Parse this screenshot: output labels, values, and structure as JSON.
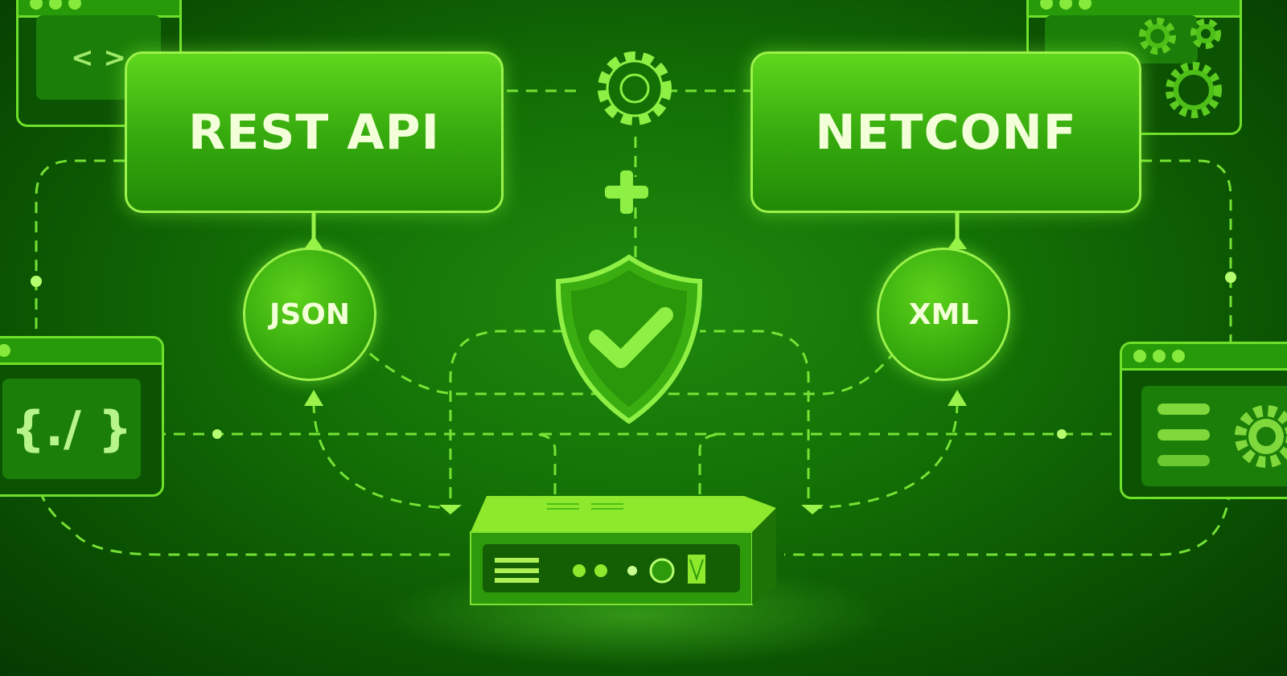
{
  "title": "REST API + NETCONF network automation illustration",
  "panels": {
    "left": {
      "label": "REST API"
    },
    "right": {
      "label": "NETCONF"
    }
  },
  "formats": {
    "left": {
      "label": "JSON"
    },
    "right": {
      "label": "XML"
    }
  },
  "center": {
    "top_icon": "gear-icon",
    "operator": "+",
    "shield_icon": "shield-check-icon"
  },
  "side_windows": {
    "top_left": {
      "glyph": "< >"
    },
    "mid_left": {
      "glyph": "{./ }"
    },
    "top_right": {
      "icon": "gears-icon"
    },
    "mid_right": {
      "icon": "settings-list-icon"
    }
  },
  "device": {
    "icon": "network-device-icon"
  },
  "colors": {
    "background": "#137005",
    "accent": "#9af24a",
    "panel": "#3fb010",
    "text": "#f2ffd8"
  }
}
